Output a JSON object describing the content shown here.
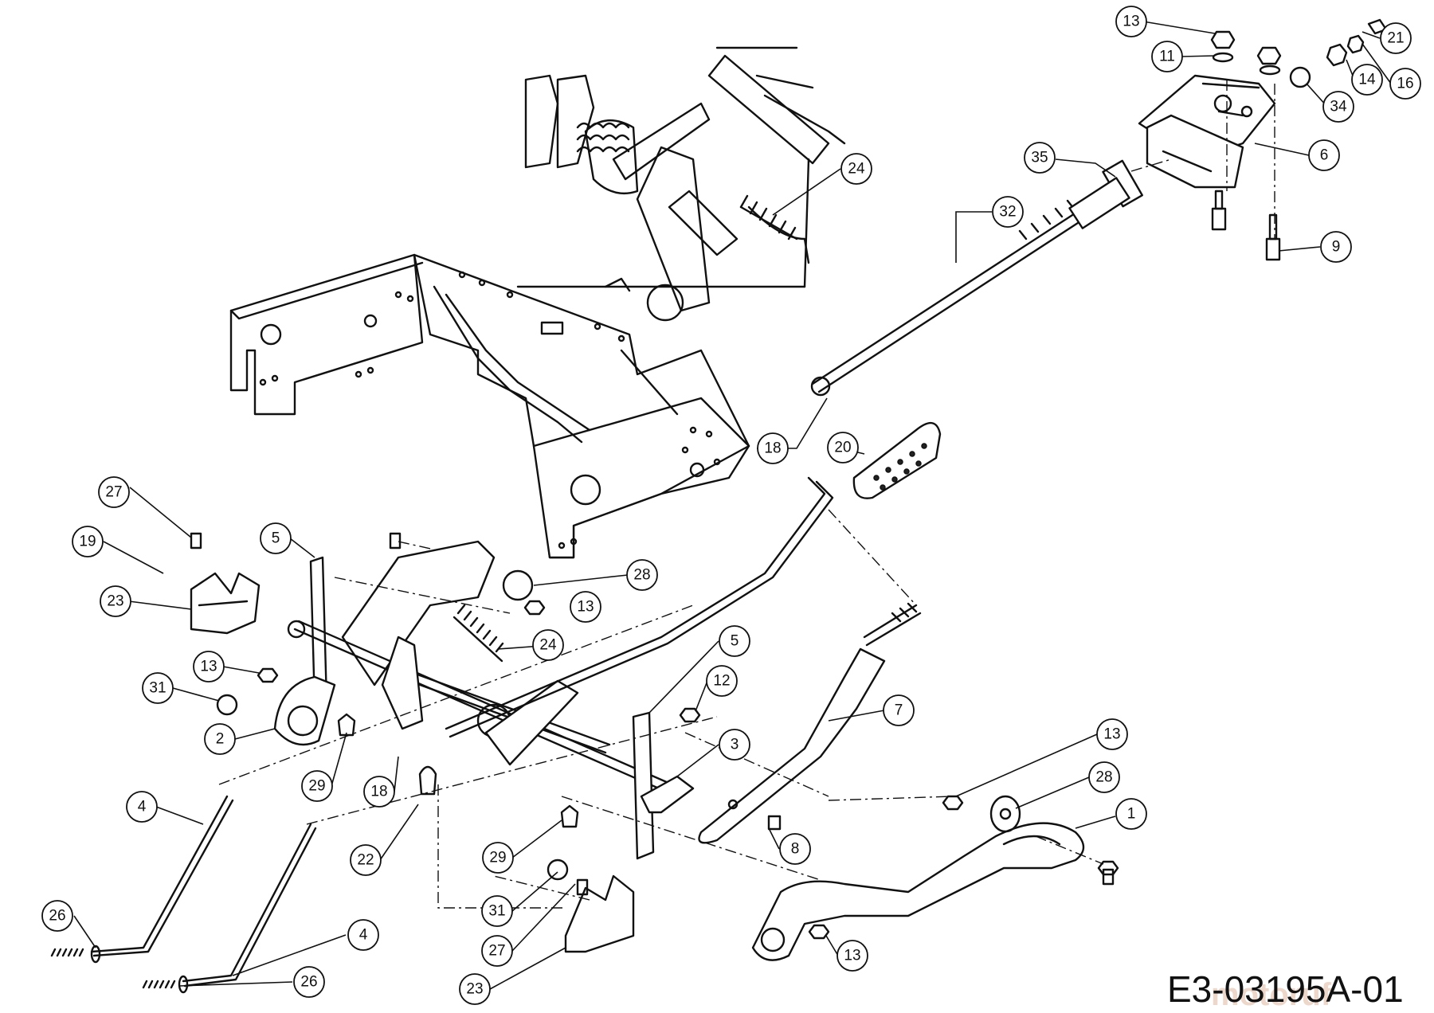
{
  "drawing_code": "E3-03195A-01",
  "watermark": "motoruf",
  "callouts": [
    "13",
    "11",
    "21",
    "14",
    "16",
    "34",
    "6",
    "35",
    "32",
    "9",
    "24",
    "18",
    "20",
    "27",
    "19",
    "5",
    "28",
    "13",
    "23",
    "24",
    "13",
    "31",
    "5",
    "12",
    "2",
    "7",
    "3",
    "29",
    "18",
    "13",
    "28",
    "1",
    "4",
    "22",
    "29",
    "8",
    "26",
    "31",
    "27",
    "4",
    "13",
    "23",
    "26"
  ]
}
